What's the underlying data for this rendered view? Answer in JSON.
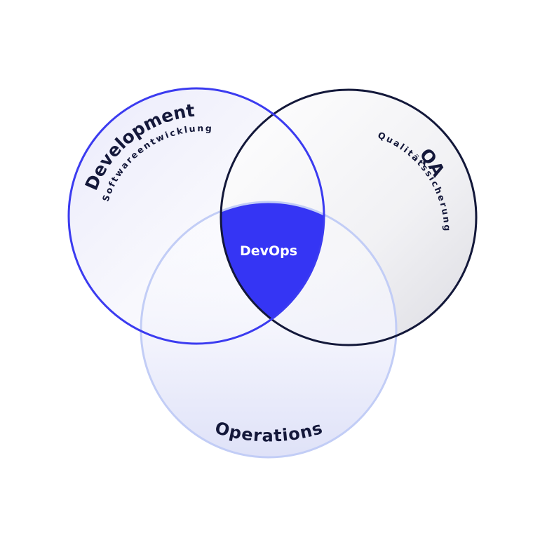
{
  "diagram": {
    "circles": {
      "development": {
        "title": "Development",
        "subtitle": "Softwareentwicklung",
        "stroke": "#3b3bf0"
      },
      "qa": {
        "title": "QA",
        "subtitle": "Qualitätssicherung",
        "stroke": "#13183a"
      },
      "operations": {
        "title": "Operations",
        "stroke": "#c2cdf6"
      }
    },
    "center": {
      "label": "DevOps",
      "fill": "#3535f4"
    }
  }
}
